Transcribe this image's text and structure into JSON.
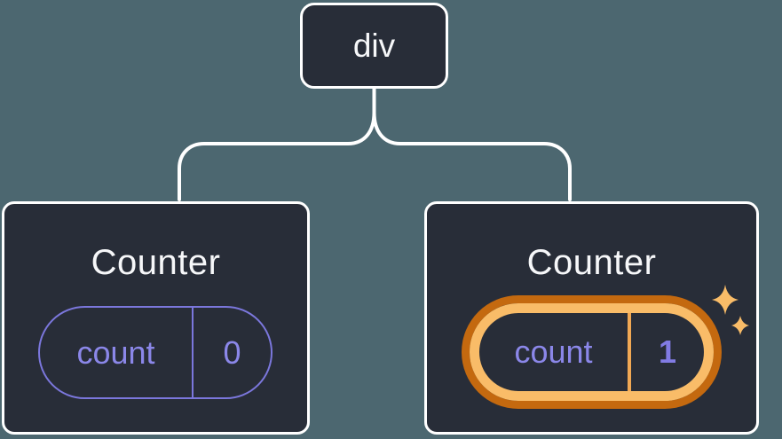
{
  "diagram": {
    "root": {
      "label": "div"
    },
    "children": [
      {
        "title": "Counter",
        "state": {
          "label": "count",
          "value": "0"
        },
        "highlighted": false
      },
      {
        "title": "Counter",
        "state": {
          "label": "count",
          "value": "1"
        },
        "highlighted": true,
        "decoration": "sparkles-icon"
      }
    ],
    "colors": {
      "background": "#4C6770",
      "node_fill": "#282D38",
      "node_border": "#FFFFFF",
      "connector_line": "#FFFFFF",
      "title_text": "#F6F7F9",
      "state_border_purple": "#7B77DC",
      "state_text_purple": "#8B87E9",
      "highlight_value_purple": "#817BE4",
      "highlight_ring_outer_orange": "#C4690F",
      "highlight_ring_inner_gold": "#F9BC68",
      "highlight_separator_orange": "#F1A854",
      "sparkle_gold": "#F9BC68"
    }
  }
}
